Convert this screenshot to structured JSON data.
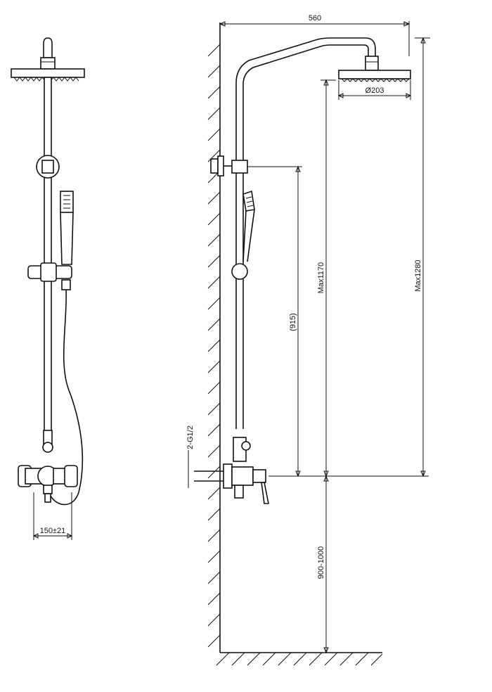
{
  "dimensions": {
    "front_width": "150±21",
    "top_width": "560",
    "head_diameter": "Ø203",
    "max_1280": "Max1280",
    "max_1170": "Max1170",
    "slide_915": "(915)",
    "height_900_1000": "900-1000",
    "inlet_thread": "2-G1/2"
  },
  "colors": {
    "line": "#111111",
    "background": "#ffffff"
  }
}
